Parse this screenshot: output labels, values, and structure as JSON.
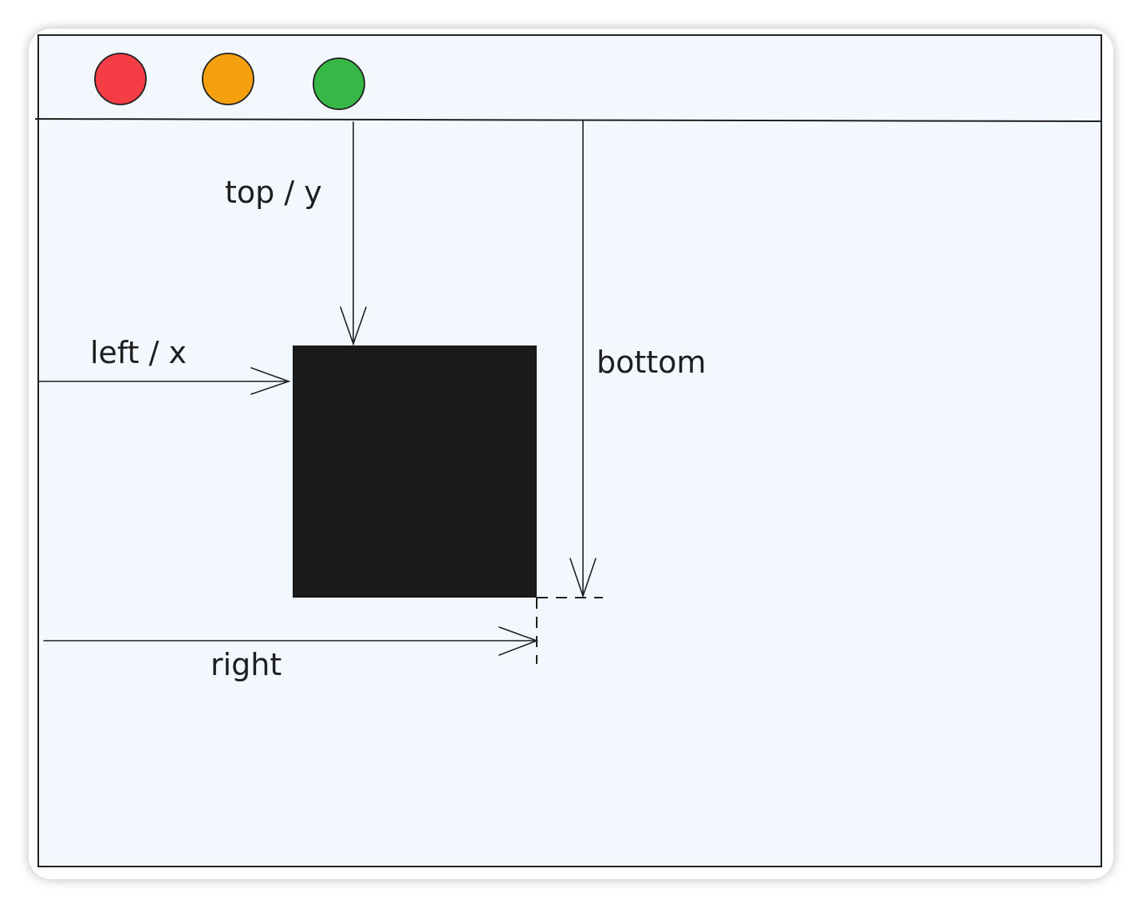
{
  "window": {
    "background_color": "#f3f7fe",
    "border_color": "#1e1e1e",
    "controls": [
      {
        "name": "close",
        "color": "#f53d46"
      },
      {
        "name": "minimize",
        "color": "#f5a10f"
      },
      {
        "name": "maximize",
        "color": "#37b745"
      }
    ]
  },
  "element": {
    "color": "#1a1a1a"
  },
  "labels": {
    "top": "top / y",
    "left": "left / x",
    "bottom": "bottom",
    "right": "right"
  }
}
